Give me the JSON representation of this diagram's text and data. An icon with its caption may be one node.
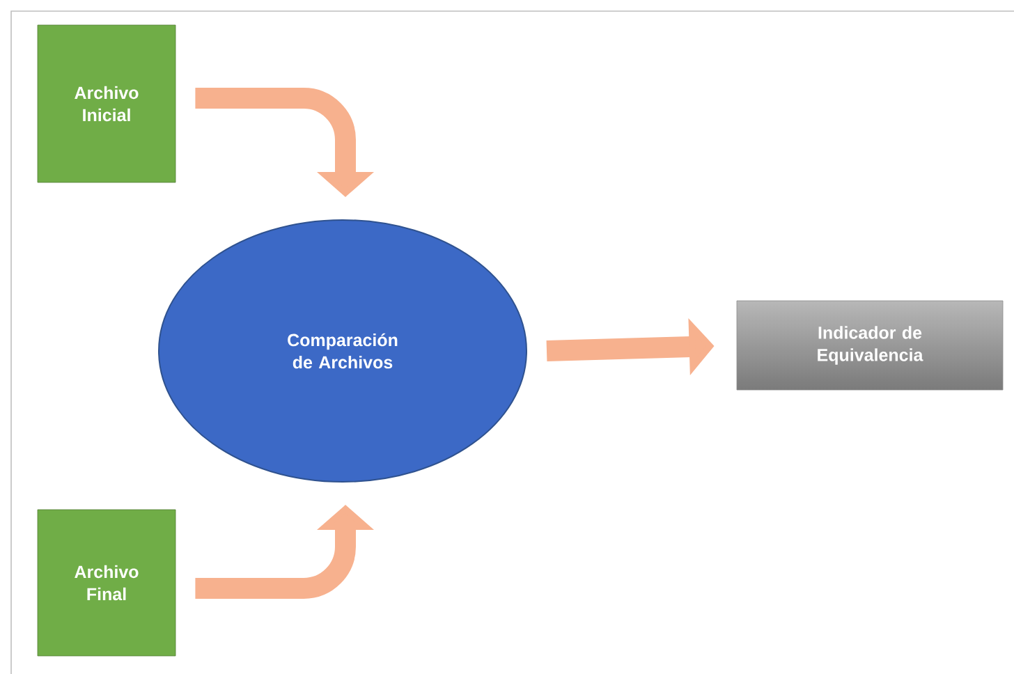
{
  "diagram": {
    "nodes": [
      {
        "text": [
          "Archivo Inicial"
        ]
      },
      {
        "text": [
          "Comparación de Archivos"
        ]
      },
      {
        "text": [
          "Archivo Final"
        ]
      },
      {
        "text": [
          "Indicador de Equivalencia"
        ]
      }
    ],
    "edges": [
      {
        "from": 0,
        "to": 1,
        "arrow": "to"
      },
      {
        "from": 2,
        "to": 1,
        "arrow": "to"
      },
      {
        "from": 1,
        "to": 3,
        "arrow": "to"
      }
    ]
  }
}
